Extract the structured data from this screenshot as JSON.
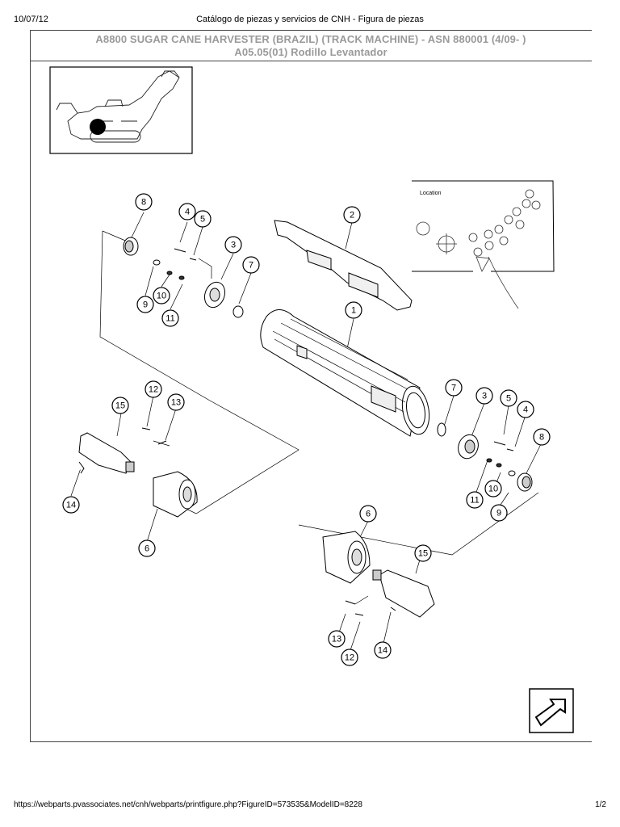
{
  "print_header": {
    "date": "10/07/12",
    "page_title": "Catálogo de piezas y servicios de CNH - Figura de piezas"
  },
  "figure": {
    "title_line1": "A8800 SUGAR CANE HARVESTER (BRAZIL) (TRACK MACHINE) - ASN 880001 (4/09- )",
    "title_line2": "A05.05(01) Rodillo Levantador",
    "location_label": "Location",
    "callouts": [
      {
        "num": "8"
      },
      {
        "num": "4"
      },
      {
        "num": "5"
      },
      {
        "num": "2"
      },
      {
        "num": "3"
      },
      {
        "num": "7"
      },
      {
        "num": "9"
      },
      {
        "num": "10"
      },
      {
        "num": "11"
      },
      {
        "num": "1"
      },
      {
        "num": "7"
      },
      {
        "num": "3"
      },
      {
        "num": "5"
      },
      {
        "num": "4"
      },
      {
        "num": "8"
      },
      {
        "num": "12"
      },
      {
        "num": "15"
      },
      {
        "num": "13"
      },
      {
        "num": "14"
      },
      {
        "num": "6"
      },
      {
        "num": "11"
      },
      {
        "num": "10"
      },
      {
        "num": "9"
      },
      {
        "num": "6"
      },
      {
        "num": "15"
      },
      {
        "num": "13"
      },
      {
        "num": "12"
      },
      {
        "num": "14"
      }
    ]
  },
  "print_footer": {
    "url": "https://webparts.pvassociates.net/cnh/webparts/printfigure.php?FigureID=573535&ModelID=8228",
    "page": "1/2"
  }
}
